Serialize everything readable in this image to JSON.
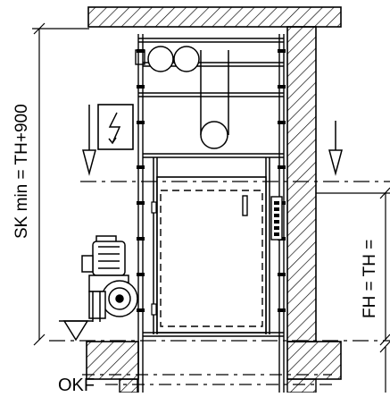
{
  "labels": {
    "shaft_height": "SK min = TH+900",
    "floor_height": "FH = TH =",
    "floor_reference": "OKF"
  },
  "icons": {
    "warning_sign": "lightning-bolt-icon",
    "drive_motor": "motor-icon",
    "floor_marker": "level-triangle-icon",
    "arrival_arrows": "down-arrow-icon"
  },
  "colors": {
    "line": "#000000",
    "background": "#ffffff"
  }
}
